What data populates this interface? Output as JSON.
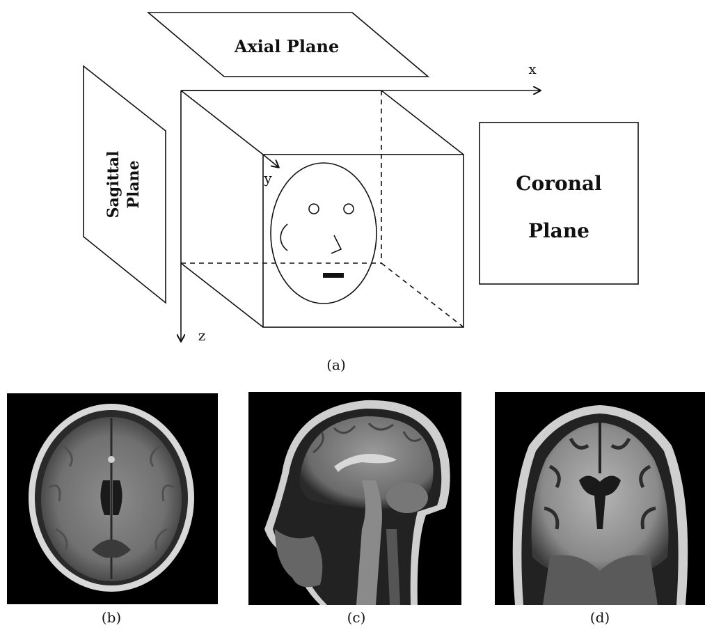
{
  "planes": {
    "axial": "Axial Plane",
    "sagittal_line1": "Sagittal",
    "sagittal_line2": "Plane",
    "coronal_line1": "Coronal",
    "coronal_line2": "Plane"
  },
  "axes": {
    "x": "x",
    "y": "y",
    "z": "z"
  },
  "captions": {
    "a": "(a)",
    "b": "(b)",
    "c": "(c)",
    "d": "(d)"
  },
  "images": {
    "b": "axial-mri-slice",
    "c": "sagittal-mri-slice",
    "d": "coronal-mri-slice"
  },
  "colors": {
    "line": "#111111",
    "scan_bg": "#000000"
  }
}
